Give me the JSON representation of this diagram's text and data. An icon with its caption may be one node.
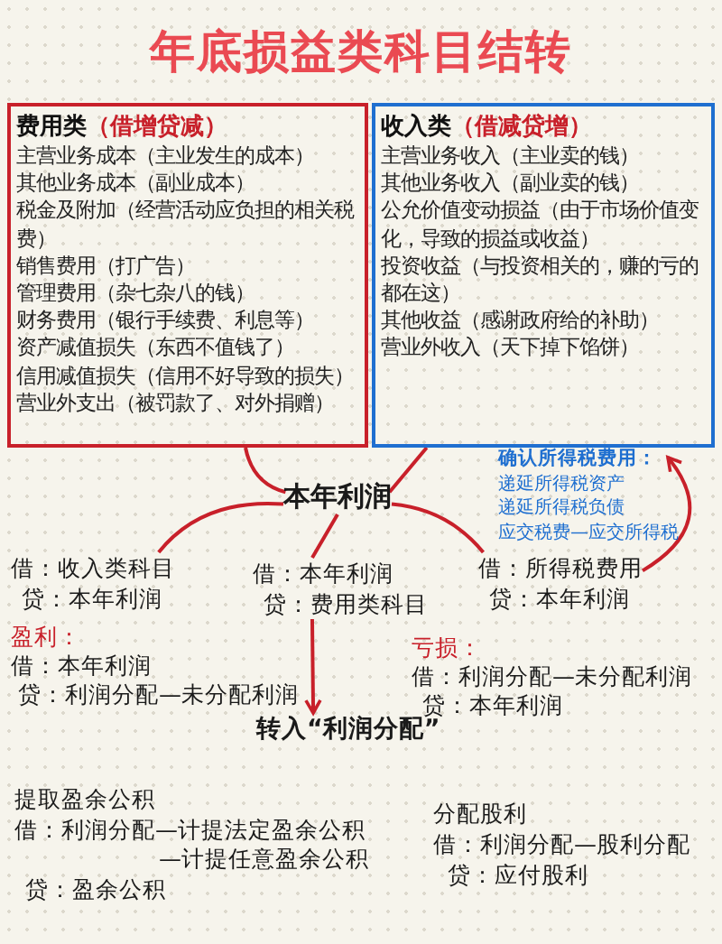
{
  "diagram": {
    "title": "年底损益类科目结转",
    "nodes": [
      {
        "text": [
          "费用类",
          "（借增贷减）",
          "主营业务成本（主业发生的成本）",
          "其他业务成本（副业成本）",
          "税金及附加（经营活动应负担的相关税费）",
          "销售费用（打广告）",
          "管理费用（杂七杂八的钱）",
          "财务费用（银行手续费、利息等）",
          "资产减值损失（东西不值钱了）",
          "信用减值损失（信用不好导致的损失）",
          "营业外支出（被罚款了、对外捐赠）"
        ]
      },
      {
        "text": [
          "收入类",
          "（借减贷增）",
          "主营业务收入（主业卖的钱）",
          "其他业务收入（副业卖的钱）",
          "公允价值变动损益（由于市场价值变化，导致的损益或收益）",
          "投资收益（与投资相关的，赚的亏的都在这）",
          "其他收益（感谢政府给的补助）",
          "营业外收入（天下掉下馅饼）"
        ]
      },
      {
        "text": [
          "本年利润"
        ]
      },
      {
        "text": [
          "借：收入类科目",
          "贷：本年利润"
        ]
      },
      {
        "text": [
          "借：本年利润",
          "贷：费用类科目"
        ]
      },
      {
        "text": [
          "借：所得税费用",
          "贷：本年利润"
        ]
      },
      {
        "text": [
          "确认所得税费用：",
          "递延所得税资产",
          "递延所得税负债",
          "应交税费—应交所得税"
        ]
      },
      {
        "text": [
          "转入“利润分配”"
        ]
      }
    ],
    "edges": [
      {
        "from": 0,
        "to": 2,
        "arrow": "none"
      },
      {
        "from": 1,
        "to": 2,
        "arrow": "none"
      },
      {
        "from": 2,
        "to": 3,
        "arrow": "none"
      },
      {
        "from": 2,
        "to": 4,
        "arrow": "none"
      },
      {
        "from": 4,
        "to": 7,
        "arrow": "to"
      },
      {
        "from": 2,
        "to": 5,
        "arrow": "none"
      },
      {
        "from": 5,
        "to": 6,
        "arrow": "to"
      }
    ],
    "labels": [
      "盈利：",
      "借：本年利润",
      "贷：利润分配—未分配利润",
      "亏损：",
      "借：利润分配—未分配利润",
      "贷：本年利润",
      "提取盈余公积",
      "借：利润分配—计提法定盈余公积",
      "—计提任意盈余公积",
      "贷：盈余公积",
      "分配股利",
      "借：利润分配—股利分配",
      "贷：应付股利"
    ]
  }
}
